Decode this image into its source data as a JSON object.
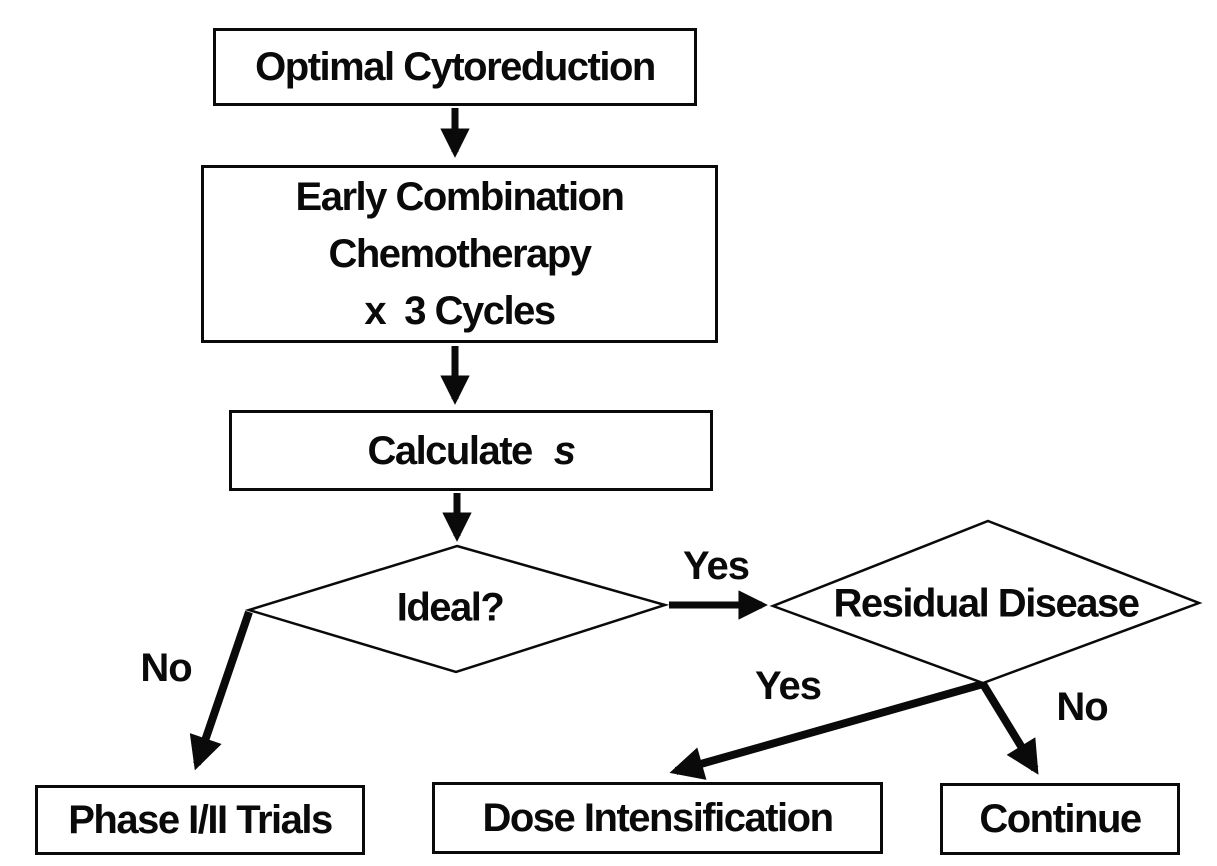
{
  "figure": {
    "type": "flowchart",
    "background": "#ffffff",
    "ink_color": "#0a0a0a",
    "nodes": {
      "optimal_cytoreduction": {
        "shape": "rect",
        "label": "Optimal Cytoreduction"
      },
      "early_combination_chemotherapy": {
        "shape": "rect",
        "lines": [
          "Early Combination",
          "Chemotherapy",
          "x  3 Cycles"
        ]
      },
      "calculate_s": {
        "shape": "rect",
        "label": "Calculate",
        "variable": "s"
      },
      "ideal": {
        "shape": "diamond",
        "label": "Ideal?"
      },
      "residual_disease": {
        "shape": "diamond",
        "label": "Residual Disease"
      },
      "phase_i_ii_trials": {
        "shape": "rect",
        "label": "Phase I/II Trials"
      },
      "dose_intensification": {
        "shape": "rect",
        "label": "Dose Intensification"
      },
      "continue": {
        "shape": "rect",
        "label": "Continue"
      }
    },
    "edges": [
      {
        "from": "optimal_cytoreduction",
        "to": "early_combination_chemotherapy",
        "label": ""
      },
      {
        "from": "early_combination_chemotherapy",
        "to": "calculate_s",
        "label": ""
      },
      {
        "from": "calculate_s",
        "to": "ideal",
        "label": ""
      },
      {
        "from": "ideal",
        "to": "residual_disease",
        "label": "Yes"
      },
      {
        "from": "ideal",
        "to": "phase_i_ii_trials",
        "label": "No"
      },
      {
        "from": "residual_disease",
        "to": "dose_intensification",
        "label": "Yes"
      },
      {
        "from": "residual_disease",
        "to": "continue",
        "label": "No"
      }
    ]
  }
}
